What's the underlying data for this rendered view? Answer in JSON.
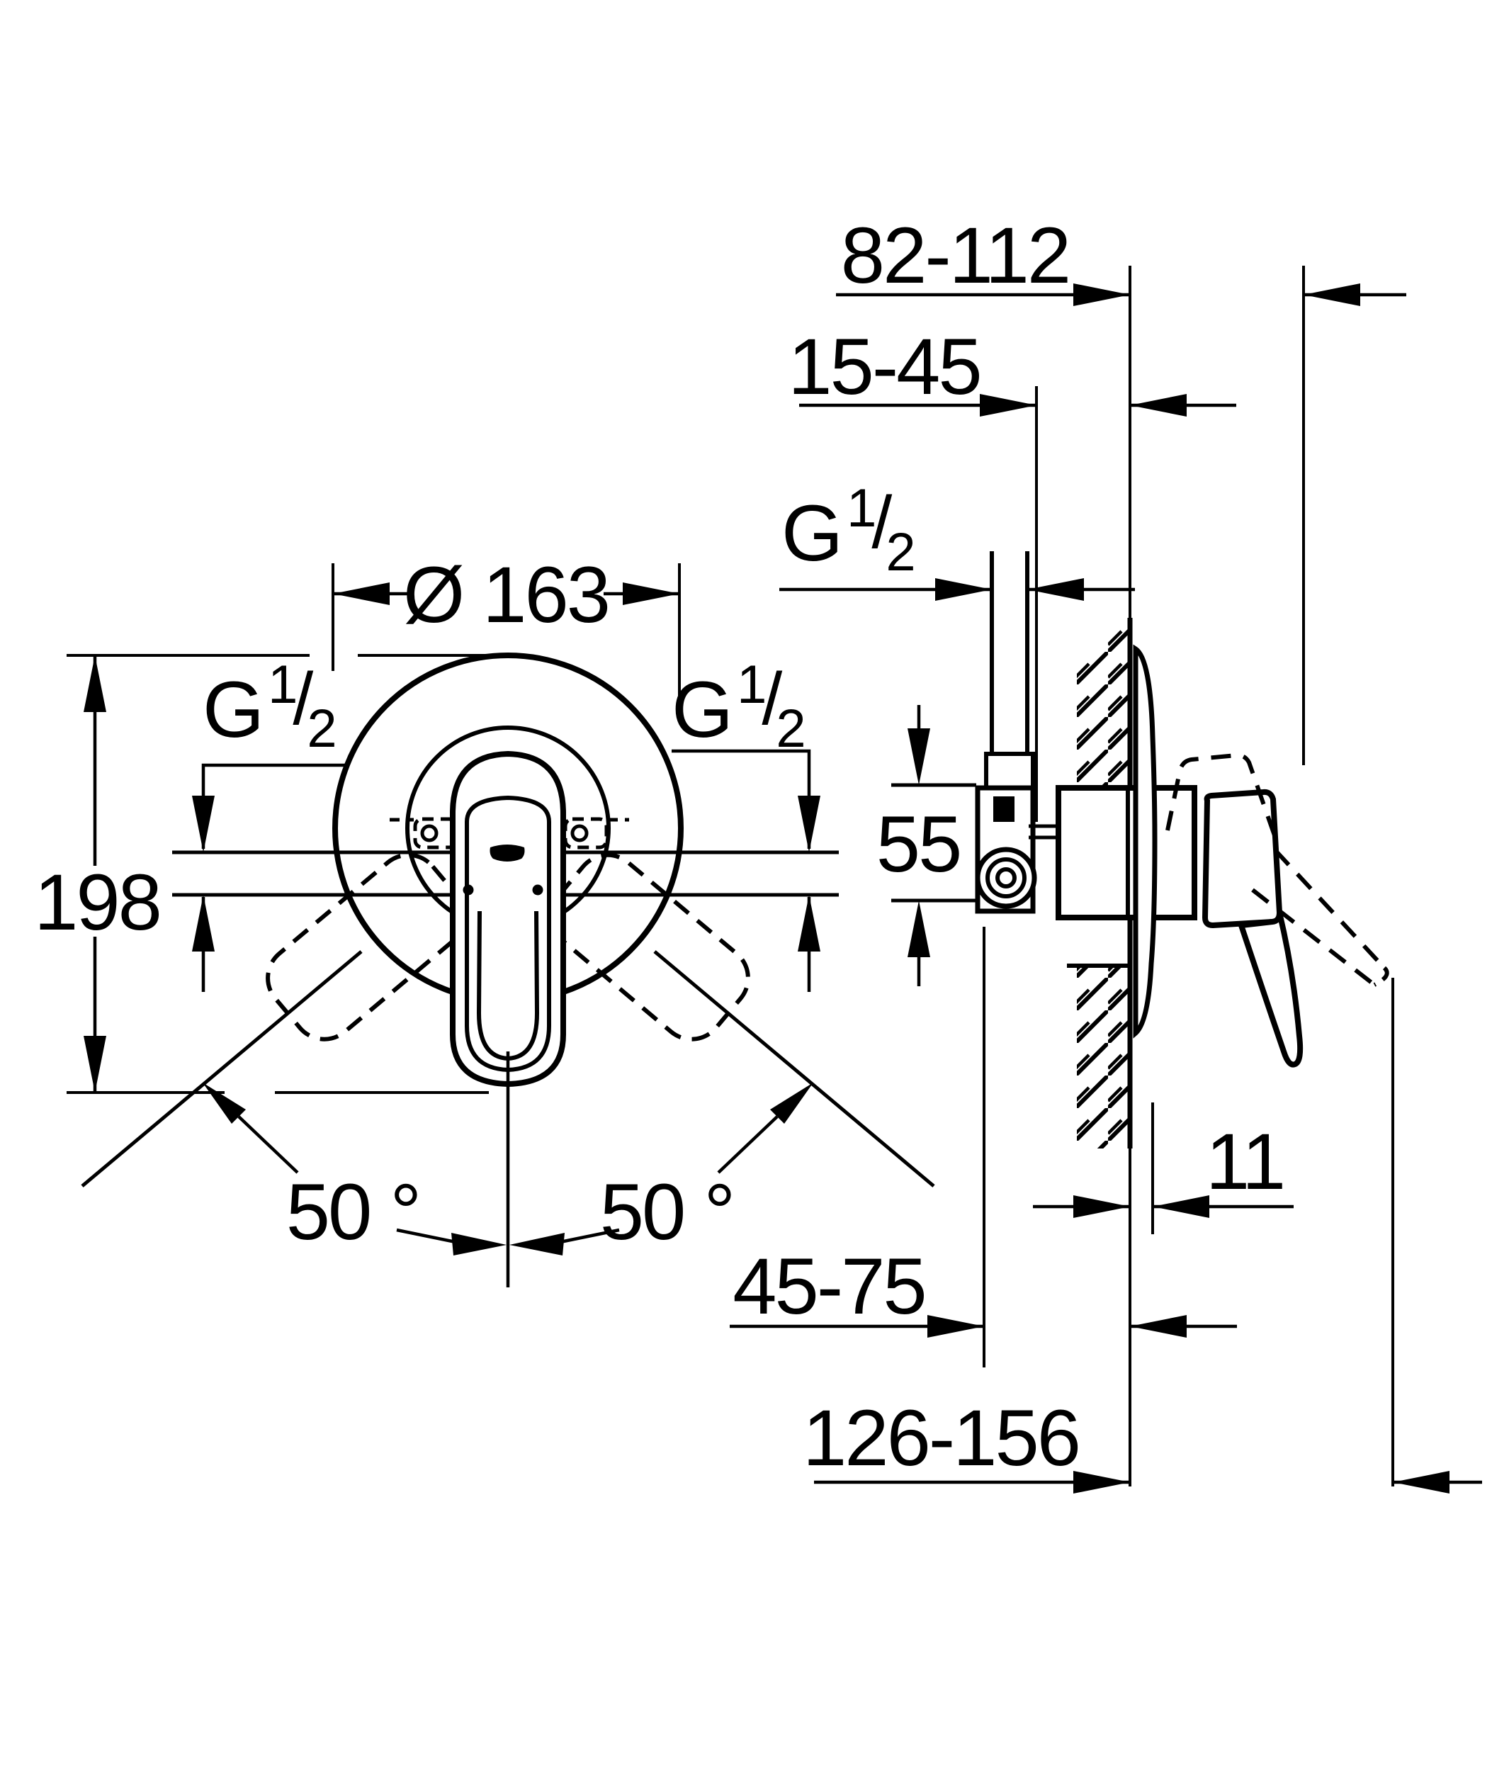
{
  "drawing": {
    "kind": "installation dimension drawing",
    "views": {
      "front": "front view",
      "side": "side section view"
    }
  },
  "dims": {
    "wall_to_handle": "82-112",
    "tile_depth": "15-45",
    "g_half": {
      "base": "G",
      "sup": "1",
      "slash": "/",
      "sub": "2"
    },
    "plate_dia": "Ø 163",
    "height": "198",
    "body_height": "55",
    "swing": "50 °",
    "plate_offset": "11",
    "depth_range": "45-75",
    "total_depth": "126-156"
  },
  "colors": {
    "line": "#000000",
    "background": "#ffffff"
  }
}
